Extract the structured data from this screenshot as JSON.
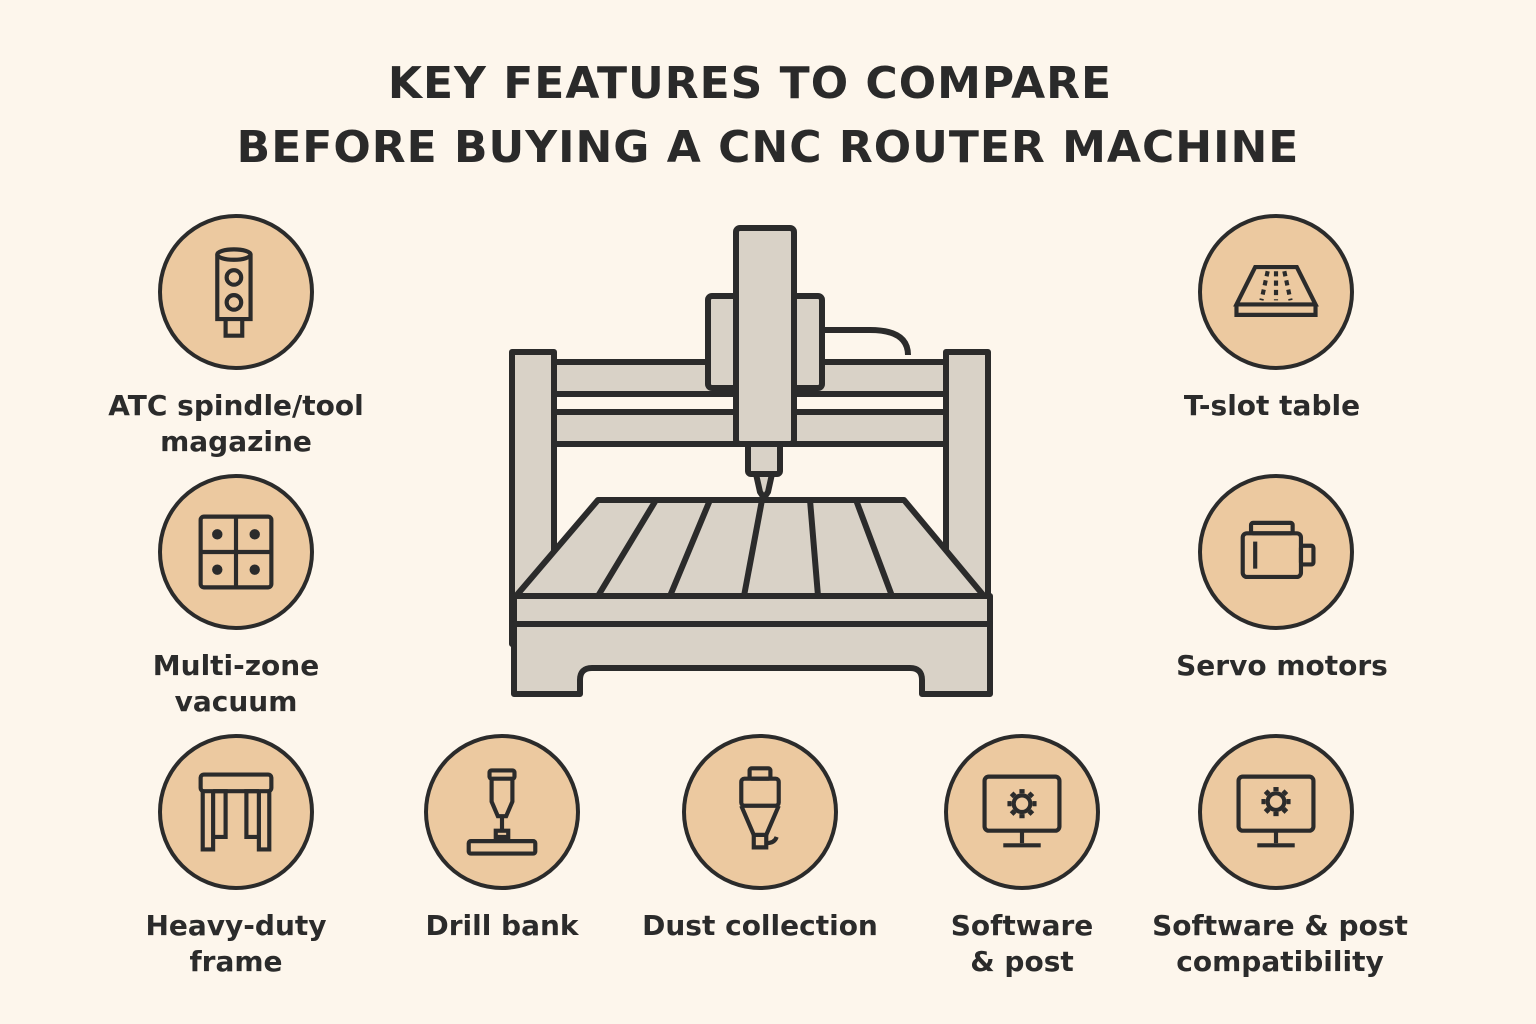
{
  "title": {
    "line1": "KEY FEATURES TO COMPARE",
    "line2": "BEFORE BUYING A CNC ROUTER MACHINE"
  },
  "colors": {
    "background": "#fdf6ec",
    "circle_fill": "#ecc9a0",
    "outline": "#2b2b2b",
    "machine_fill": "#d9d2c7"
  },
  "center_image": "cnc-router-machine-icon",
  "features": [
    {
      "icon": "atc-spindle-icon",
      "label_lines": [
        "ATC spindle/tool",
        "magazine"
      ]
    },
    {
      "icon": "vacuum-zones-icon",
      "label_lines": [
        "Multi-zone",
        "vacuum"
      ]
    },
    {
      "icon": "frame-icon",
      "label_lines": [
        "Heavy-duty",
        "frame"
      ]
    },
    {
      "icon": "drill-icon",
      "label_lines": [
        "Drill bank"
      ]
    },
    {
      "icon": "dust-collector-icon",
      "label_lines": [
        "Dust collection"
      ]
    },
    {
      "icon": "monitor-gear-icon",
      "label_lines": [
        "Software",
        "& post"
      ]
    },
    {
      "icon": "monitor-gear-icon",
      "label_lines": [
        "Software & post",
        "compatibility"
      ]
    },
    {
      "icon": "t-slot-table-icon",
      "label_lines": [
        "T-slot table"
      ]
    },
    {
      "icon": "servo-motor-icon",
      "label_lines": [
        "Servo motors"
      ]
    }
  ]
}
